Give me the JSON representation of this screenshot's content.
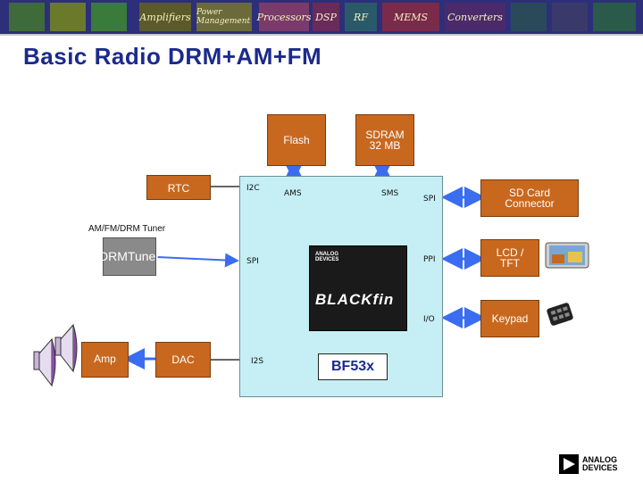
{
  "banner": {
    "tiles": [
      "Amplifiers",
      "Power Management",
      "Processors",
      "DSP",
      "RF",
      "MEMS",
      "Converters"
    ]
  },
  "title": "Basic Radio DRM+AM+FM",
  "blocks": {
    "flash": "Flash",
    "sdram_line1": "SDRAM",
    "sdram_line2": "32 MB",
    "rtc": "RTC",
    "sd_line1": "SD Card",
    "sd_line2": "Connector",
    "lcd_line1": "LCD /",
    "lcd_line2": "TFT",
    "keypad": "Keypad",
    "amp": "Amp",
    "dac": "DAC"
  },
  "pins": {
    "i2c": "I2C",
    "ams": "AMS",
    "sms": "SMS",
    "spi_right": "SPI",
    "spi_left": "SPI",
    "ppi": "PPI",
    "io": "I/O",
    "i2s": "I2S"
  },
  "tuner": {
    "group_label": "AM/FM/DRM Tuner",
    "line1": "DRM",
    "line2": "Tuner"
  },
  "chip": {
    "logo_line1": "ANALOG",
    "logo_line2": "DEVICES",
    "name": "BLACKfin",
    "part_number": "BF53x"
  },
  "footer_logo": {
    "line1": "ANALOG",
    "line2": "DEVICES"
  },
  "colors": {
    "block": "#c8681e",
    "processor": "#c5eff4",
    "title": "#1b2a8c",
    "arrow": "#3a6df0"
  }
}
